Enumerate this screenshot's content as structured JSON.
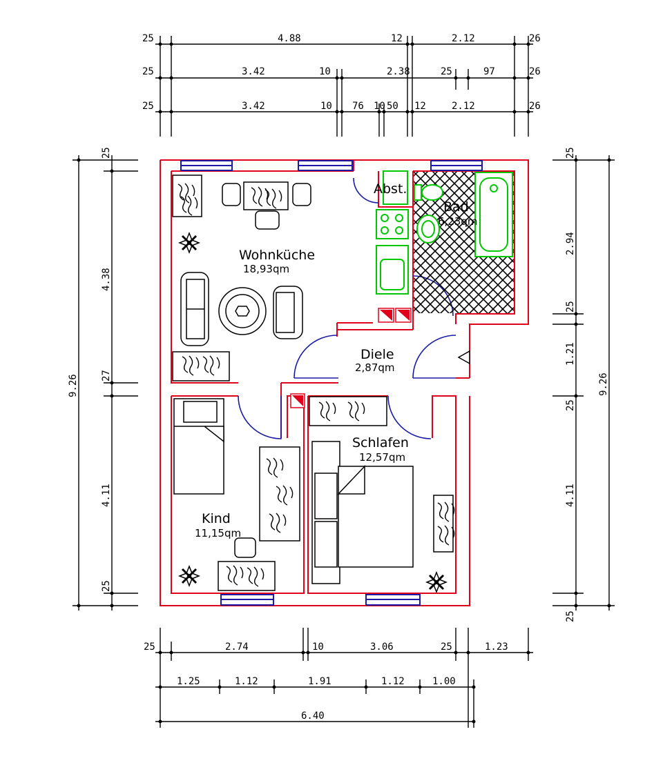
{
  "rooms": [
    {
      "name": "Wohnküche",
      "area": "18,93qm"
    },
    {
      "name": "Bad",
      "area": "6,23qm"
    },
    {
      "name": "Diele",
      "area": "2,87qm"
    },
    {
      "name": "Schlafen",
      "area": "12,57qm"
    },
    {
      "name": "Kind",
      "area": "11,15qm"
    }
  ],
  "abst_label": "Abst.",
  "dims": {
    "top_row1": [
      "25",
      "4.88",
      "12",
      "2.12",
      "26"
    ],
    "top_row2": [
      "25",
      "3.42",
      "10",
      "2.38",
      "25",
      "97",
      "26"
    ],
    "top_row3": [
      "25",
      "3.42",
      "10",
      "76",
      "10",
      "50",
      "12",
      "2.12",
      "26"
    ],
    "left": [
      "25",
      "4.38",
      "27",
      "4.11",
      "25",
      "9.26"
    ],
    "right": [
      "25",
      "2.94",
      "25",
      "1.21",
      "25",
      "4.11",
      "25",
      "9.26"
    ],
    "bottom_row1": [
      "25",
      "2.74",
      "10",
      "3.06",
      "25",
      "1.23"
    ],
    "bottom_row2": [
      "1.25",
      "1.12",
      "1.91",
      "1.12",
      "1.00"
    ],
    "bottom_row3": [
      "6.40"
    ]
  },
  "colors": {
    "wall": "#e0001b",
    "door": "#1a1aa6",
    "fixture": "#00c800",
    "lines": "#000000"
  }
}
